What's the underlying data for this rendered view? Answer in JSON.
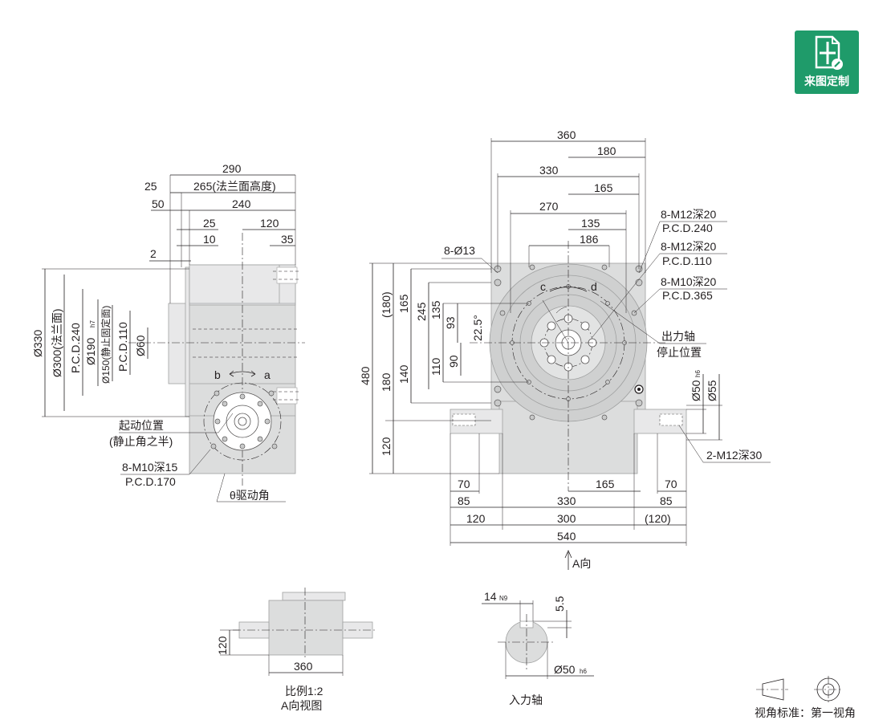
{
  "badge": {
    "label": "来图定制",
    "icon": "custom-drawing-icon",
    "color": "#1f9b6a"
  },
  "side_view": {
    "dims_top": [
      "290",
      "25",
      "265(法兰面高度)",
      "50",
      "240",
      "25",
      "10",
      "120",
      "35",
      "2"
    ],
    "dims_left": [
      "Ø330",
      "Ø300(法兰面)",
      "P.C.D.240",
      "Ø190",
      "h7",
      "Ø150(静止固定面)",
      "P.C.D.110",
      "Ø60"
    ],
    "rotation_b": "b",
    "rotation_a": "a",
    "callout_start_line1": "起动位置",
    "callout_start_line2": "(静止角之半)",
    "callout_thread": "8-M10深15",
    "callout_thread_pcd": "P.C.D.170",
    "callout_theta": "θ驱动角"
  },
  "front_view": {
    "dims_top": [
      "360",
      "180",
      "330",
      "165",
      "270",
      "135",
      "186"
    ],
    "dims_left": [
      "480",
      "(180)",
      "165",
      "245",
      "135",
      "93",
      "22.5°",
      "180",
      "140",
      "110",
      "90",
      "120"
    ],
    "hole_spec": "8-Ø13",
    "callouts": [
      {
        "spec": "8-M12深20",
        "pcd": "P.C.D.240"
      },
      {
        "spec": "8-M12深20",
        "pcd": "P.C.D.110"
      },
      {
        "spec": "8-M10深20",
        "pcd": "P.C.D.365"
      }
    ],
    "rotation_c": "c",
    "rotation_d": "d",
    "output_line1": "出力轴",
    "output_line2": "停止位置",
    "dim_shaft": "Ø50",
    "dim_shaft_tol": "h6",
    "dim_55": "Ø55",
    "thread_shaft": "2-M12深30",
    "dims_bottom": [
      "70",
      "165",
      "70",
      "85",
      "330",
      "85",
      "120",
      "300",
      "(120)",
      "540"
    ],
    "view_arrow": "A向"
  },
  "view_a": {
    "dim_height": "120",
    "dim_width": "360",
    "scale": "比例1:2",
    "title": "A向视图"
  },
  "input_shaft": {
    "dim_key": "14",
    "dim_key_tol": "N9",
    "dim_depth": "5.5",
    "dim_dia": "Ø50",
    "dim_dia_tol": "h6",
    "title": "入力轴"
  },
  "projection": {
    "label": "视角标准：第一视角"
  }
}
